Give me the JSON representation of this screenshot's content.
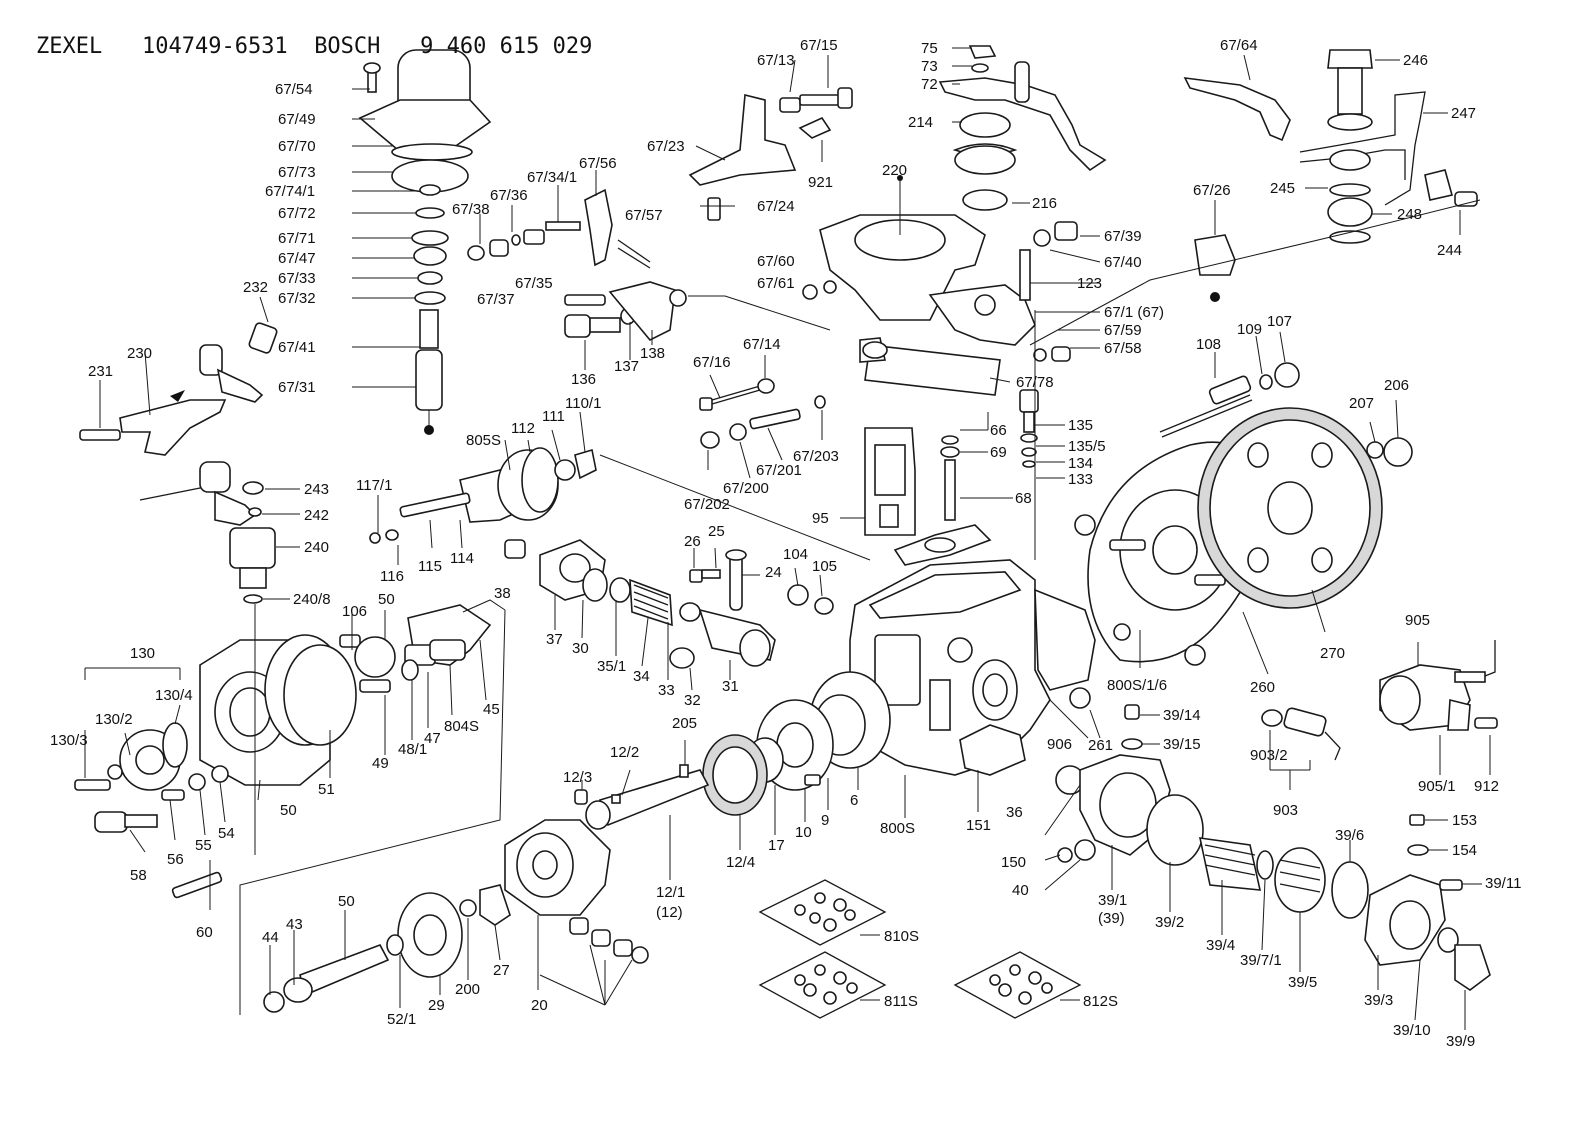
{
  "header": {
    "brand1": "ZEXEL",
    "num1": "104749-6531",
    "brand2": "BOSCH",
    "num2": "9 460 615 029"
  },
  "labels": {
    "l_67_54": "67/54",
    "l_67_49": "67/49",
    "l_67_70": "67/70",
    "l_67_73": "67/73",
    "l_67_74_1": "67/74/1",
    "l_67_72": "67/72",
    "l_67_71": "67/71",
    "l_67_47": "67/47",
    "l_67_33": "67/33",
    "l_67_32": "67/32",
    "l_67_41": "67/41",
    "l_67_31": "67/31",
    "l_232": "232",
    "l_230": "230",
    "l_231": "231",
    "l_67_38": "67/38",
    "l_67_36": "67/36",
    "l_67_34_1": "67/34/1",
    "l_67_56": "67/56",
    "l_67_57": "67/57",
    "l_67_37": "67/37",
    "l_67_35": "67/35",
    "l_67_13": "67/13",
    "l_67_15": "67/15",
    "l_67_23": "67/23",
    "l_921": "921",
    "l_67_24": "67/24",
    "l_75": "75",
    "l_73": "73",
    "l_72": "72",
    "l_214": "214",
    "l_220": "220",
    "l_216": "216",
    "l_67_39": "67/39",
    "l_67_40": "67/40",
    "l_123": "123",
    "l_67_1": "67/1 (67)",
    "l_67_59": "67/59",
    "l_67_58": "67/58",
    "l_67_78": "67/78",
    "l_67_60": "67/60",
    "l_67_61": "67/61",
    "l_67_64": "67/64",
    "l_246": "246",
    "l_247": "247",
    "l_245": "245",
    "l_248": "248",
    "l_244": "244",
    "l_67_26": "67/26",
    "l_136": "136",
    "l_137": "137",
    "l_138": "138",
    "l_67_16": "67/16",
    "l_67_14": "67/14",
    "l_67_203": "67/203",
    "l_67_201": "67/201",
    "l_67_200": "67/200",
    "l_67_202": "67/202",
    "l_108": "108",
    "l_109": "109",
    "l_107": "107",
    "l_207": "207",
    "l_206": "206",
    "l_66": "66",
    "l_69": "69",
    "l_68": "68",
    "l_135": "135",
    "l_135_5": "135/5",
    "l_134": "134",
    "l_133": "133",
    "l_95": "95",
    "l_805S": "805S",
    "l_112": "112",
    "l_111": "111",
    "l_110_1": "110/1",
    "l_117_1": "117/1",
    "l_116": "116",
    "l_115": "115",
    "l_114": "114",
    "l_243": "243",
    "l_242": "242",
    "l_240": "240",
    "l_240_8": "240/8",
    "l_38": "38",
    "l_26": "26",
    "l_25": "25",
    "l_24": "24",
    "l_104": "104",
    "l_105": "105",
    "l_37": "37",
    "l_30": "30",
    "l_35_1": "35/1",
    "l_34": "34",
    "l_33": "33",
    "l_32": "32",
    "l_31": "31",
    "l_106": "106",
    "l_50a": "50",
    "l_130": "130",
    "l_130_4": "130/4",
    "l_130_2": "130/2",
    "l_130_3": "130/3",
    "l_49": "49",
    "l_48_1": "48/1",
    "l_47": "47",
    "l_804S": "804S",
    "l_45": "45",
    "l_51": "51",
    "l_50b": "50",
    "l_58": "58",
    "l_56": "56",
    "l_55": "55",
    "l_54": "54",
    "l_60": "60",
    "l_905": "905",
    "l_270": "270",
    "l_260": "260",
    "l_800S_1_6": "800S/1/6",
    "l_906": "906",
    "l_261": "261",
    "l_39_14": "39/14",
    "l_39_15": "39/15",
    "l_903_2": "903/2",
    "l_903": "903",
    "l_905_1": "905/1",
    "l_912": "912",
    "l_205": "205",
    "l_12_2": "12/2",
    "l_12_3": "12/3",
    "l_12_1": "12/1",
    "l_12": "(12)",
    "l_12_4": "12/4",
    "l_17": "17",
    "l_10": "10",
    "l_9": "9",
    "l_6": "6",
    "l_800S": "800S",
    "l_151": "151",
    "l_36": "36",
    "l_150": "150",
    "l_40": "40",
    "l_39_1": "39/1",
    "l_39": "(39)",
    "l_39_2": "39/2",
    "l_39_4": "39/4",
    "l_39_7_1": "39/7/1",
    "l_39_5": "39/5",
    "l_39_6": "39/6",
    "l_153": "153",
    "l_154": "154",
    "l_39_11": "39/11",
    "l_39_3": "39/3",
    "l_39_10": "39/10",
    "l_39_9": "39/9",
    "l_810S": "810S",
    "l_811S": "811S",
    "l_812S": "812S",
    "l_44": "44",
    "l_43": "43",
    "l_50c": "50",
    "l_52_1": "52/1",
    "l_29": "29",
    "l_200": "200",
    "l_27": "27",
    "l_20": "20"
  }
}
